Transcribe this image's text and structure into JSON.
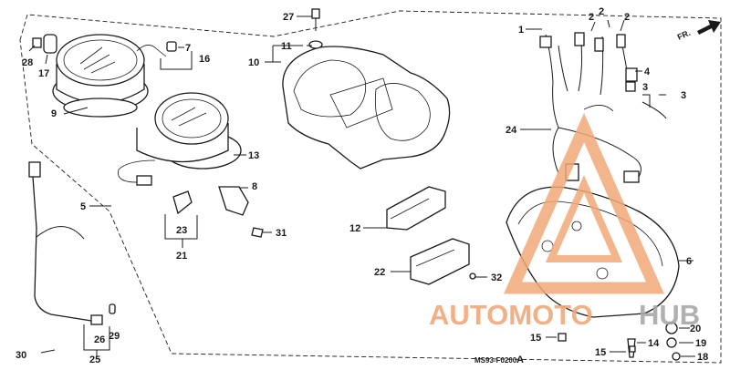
{
  "diagram": {
    "direction_label": "FR.",
    "code": "MS93-F0200",
    "code_suffix": "A",
    "callouts": [
      "1",
      "2",
      "2",
      "2",
      "3",
      "3",
      "4",
      "5",
      "6",
      "7",
      "8",
      "9",
      "10",
      "11",
      "12",
      "13",
      "14",
      "15",
      "15",
      "16",
      "17",
      "18",
      "19",
      "20",
      "21",
      "22",
      "23",
      "24",
      "25",
      "26",
      "27",
      "28",
      "29",
      "30",
      "31",
      "32"
    ]
  },
  "watermark": {
    "text_primary": "AUTOMOTO",
    "text_secondary": "HUB",
    "color_primary": "#f0a878",
    "color_secondary": "#a8a8a8"
  }
}
